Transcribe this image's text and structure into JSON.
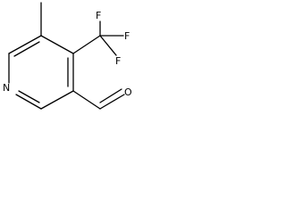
{
  "molecule": {
    "atoms": {
      "nitrogen": "N",
      "oxygen": "O",
      "fluorine_1": "F",
      "fluorine_2": "F",
      "fluorine_3": "F"
    }
  },
  "colors": {
    "bond": "#000000",
    "text": "#000000",
    "background": "#ffffff"
  }
}
